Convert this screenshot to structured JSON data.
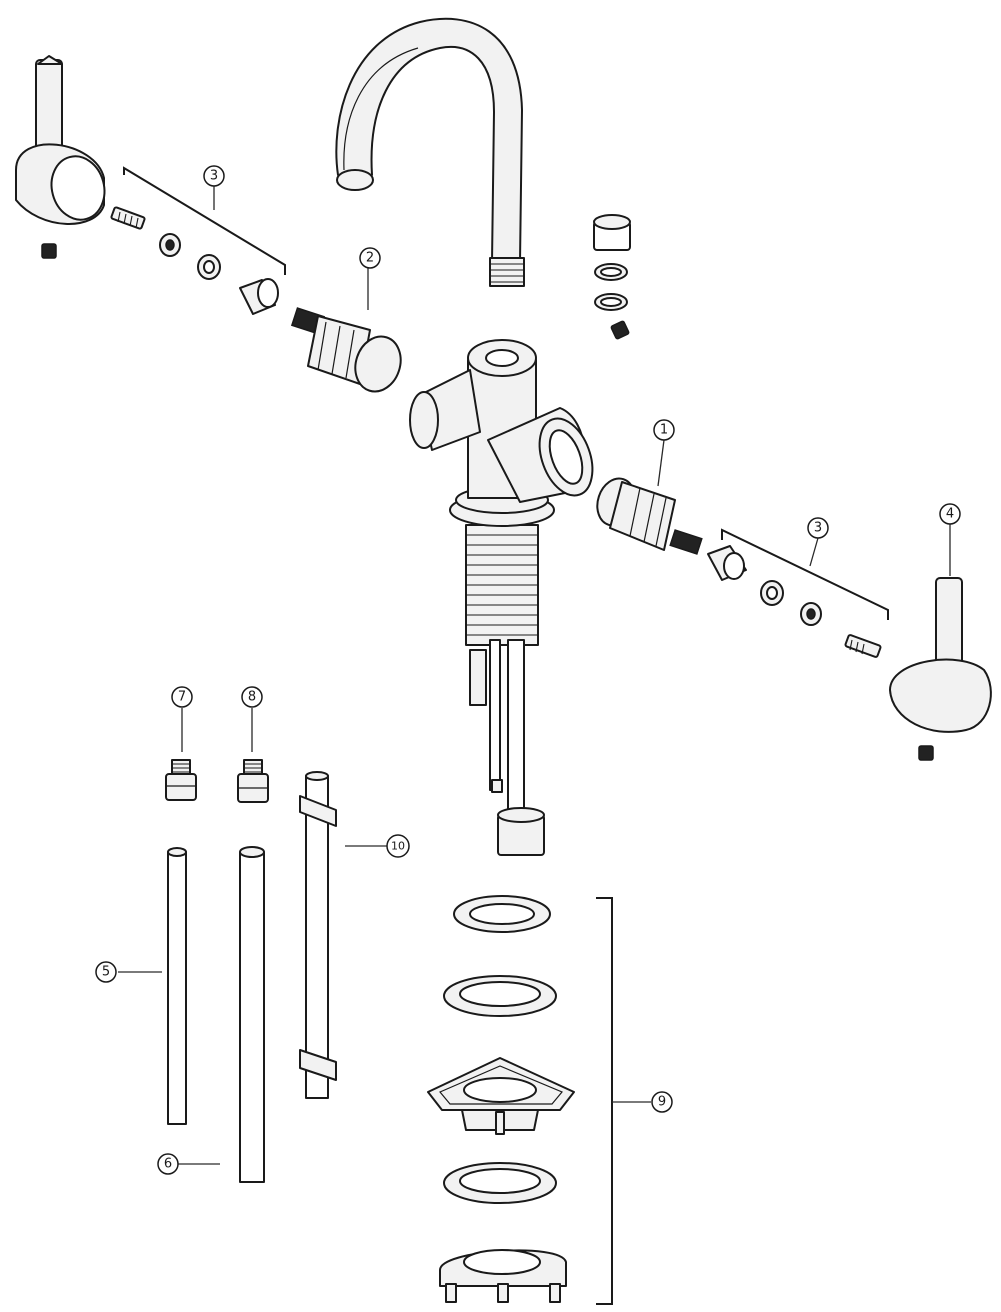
{
  "callouts": [
    {
      "id": "c1",
      "label": "1"
    },
    {
      "id": "c2",
      "label": "2"
    },
    {
      "id": "c3a",
      "label": "3"
    },
    {
      "id": "c3b",
      "label": "3"
    },
    {
      "id": "c4",
      "label": "4"
    },
    {
      "id": "c5",
      "label": "5"
    },
    {
      "id": "c6",
      "label": "6"
    },
    {
      "id": "c7",
      "label": "7"
    },
    {
      "id": "c8",
      "label": "8"
    },
    {
      "id": "c9",
      "label": "9"
    },
    {
      "id": "c10",
      "label": "10"
    }
  ],
  "colors": {
    "ink": "#1a1a1a",
    "fill": "#f2f2f2",
    "background": "#ffffff"
  }
}
